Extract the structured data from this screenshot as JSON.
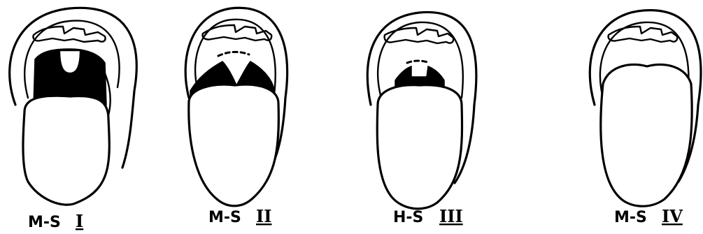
{
  "classes": [
    {
      "id": "1",
      "prefix": "M-S",
      "numeral": "I"
    },
    {
      "id": "2",
      "prefix": "M-S",
      "numeral": "II"
    },
    {
      "id": "3",
      "prefix": "H-S",
      "numeral": "III"
    },
    {
      "id": "4",
      "prefix": "M-S",
      "numeral": "IV"
    }
  ]
}
